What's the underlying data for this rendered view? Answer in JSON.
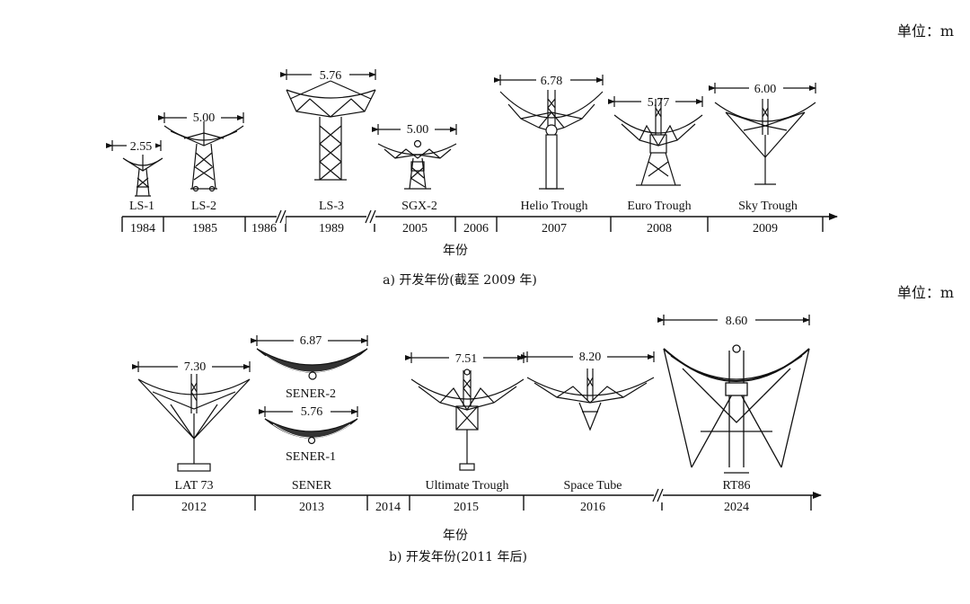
{
  "panel_a": {
    "unit_label": "单位：m",
    "axis_title": "年份",
    "caption": "a)  开发年份(截至 2009 年)",
    "years": [
      "1984",
      "1985",
      "1986",
      "1989",
      "2005",
      "2006",
      "2007",
      "2008",
      "2009"
    ],
    "collectors": [
      {
        "name": "LS-1",
        "aperture": "2.55",
        "year": "1984"
      },
      {
        "name": "LS-2",
        "aperture": "5.00",
        "year": "1985"
      },
      {
        "name": "LS-3",
        "aperture": "5.76",
        "year": "1989"
      },
      {
        "name": "SGX-2",
        "aperture": "5.00",
        "year": "2005"
      },
      {
        "name": "Helio Trough",
        "aperture": "6.78",
        "year": "2007"
      },
      {
        "name": "Euro Trough",
        "aperture": "5.77",
        "year": "2008"
      },
      {
        "name": "Sky Trough",
        "aperture": "6.00",
        "year": "2009"
      }
    ]
  },
  "panel_b": {
    "unit_label": "单位：m",
    "axis_title": "年份",
    "caption": "b)  开发年份(2011 年后)",
    "years": [
      "2012",
      "2013",
      "2014",
      "2015",
      "2016",
      "2024"
    ],
    "collectors": [
      {
        "name": "LAT 73",
        "aperture": "7.30",
        "year": "2012"
      },
      {
        "name": "SENER-2",
        "aperture": "6.87",
        "year": "2013"
      },
      {
        "name": "SENER-1",
        "aperture": "5.76",
        "year": "2013"
      },
      {
        "name": "SENER",
        "aperture": "",
        "year": "2013"
      },
      {
        "name": "Ultimate Trough",
        "aperture": "7.51",
        "year": "2015"
      },
      {
        "name": "Space Tube",
        "aperture": "8.20",
        "year": "2016"
      },
      {
        "name": "RT86",
        "aperture": "8.60",
        "year": "2024"
      }
    ]
  }
}
